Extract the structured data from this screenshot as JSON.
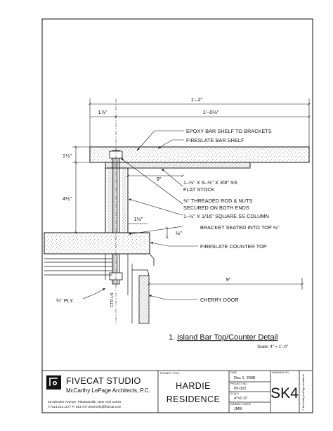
{
  "detail": {
    "dimensions": {
      "overall": "1'–2\"",
      "shelf_depth": "1'–0⅛\"",
      "column_offset": "1⅞\"",
      "shelf_thickness": "1½\"",
      "column_height": "4½\"",
      "flat_stock_length": "9\"",
      "column_width": "1½\"",
      "bracket_embed": "½\"",
      "counter_overhang": "9\""
    },
    "notes": [
      "EPOXY BAR SHELF TO BRACKETS",
      "FIRESLATE BAR SHELF",
      "1–½\" X 9–½\" X 3/8\" SS",
      "FLAT STOCK",
      "⅜\" THREADED ROD & NUTS",
      "SECURED ON BOTH ENDS",
      "1–½\" X 1/16\" SQUARE SS COLUMN",
      "BRACKET SEATED INTO TOP ½\"",
      "FIRESLATE COUNTER TOP",
      "CHERRY DOOR",
      "¾\" PLY."
    ],
    "vertical_label": "CTR LN",
    "number": "1.",
    "title": "Island Bar Top/Counter Detail",
    "scale": "Scale: 4\" = 1'–0\""
  },
  "titleblock": {
    "studio_name": "FIVECAT STUDIO",
    "studio_sub": "McCarthy LePage Architects, P.C.",
    "address": "48 Wheeler Avenue,   Pleasantville,   New York   10570",
    "phone": "T/ 914.214.1177     F/ 914.747.0049     info@fivecat.com",
    "project_title_label": "PROJECT TITLE",
    "project_line1": "HARDIE",
    "project_line2": "RESIDENCE",
    "date_label": "DATE",
    "date": "Dec 1, 2008",
    "project_no_label": "PROJECT NO.",
    "project_no": "05-022",
    "scale_label": "SCALE",
    "scale": "4\"=1'-0\"",
    "drawn_label": "DRAWN / CHECK",
    "drawn": "JMB",
    "drawing_no_label": "DRAWING NO.",
    "sheet": "SK4",
    "side_text": "© McCarthy LePage Architects"
  },
  "colors": {
    "ink": "#111111",
    "paper": "#ffffff",
    "stipple": "#555555"
  }
}
